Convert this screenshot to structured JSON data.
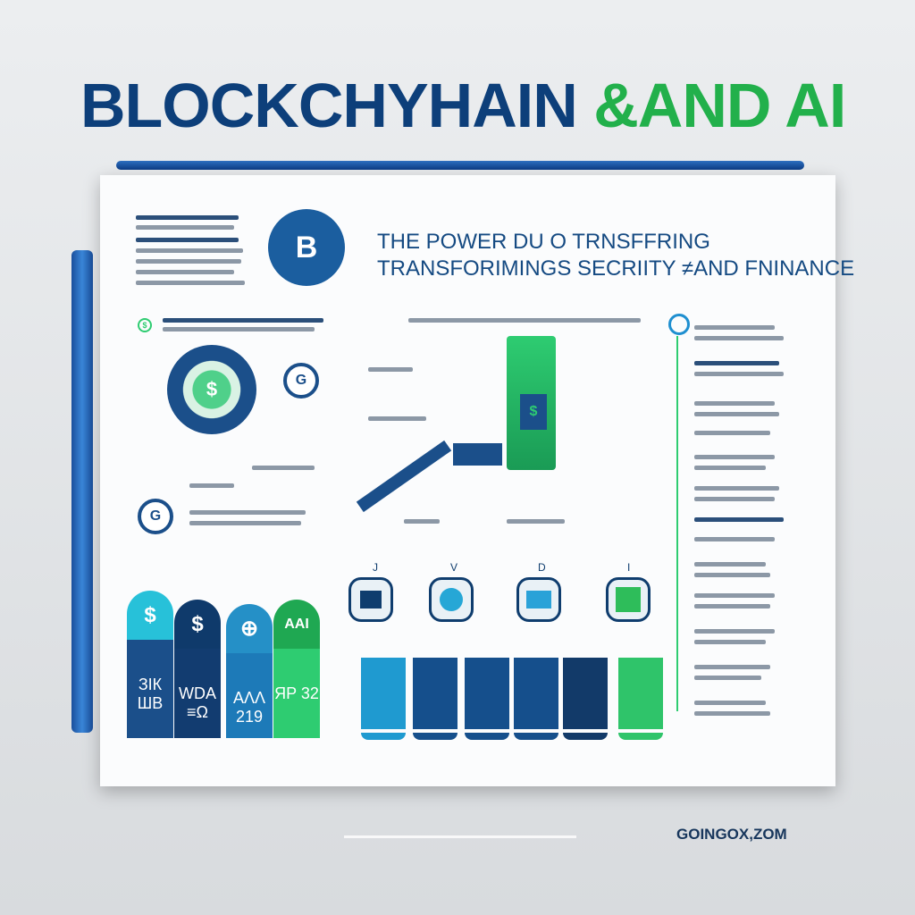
{
  "title": {
    "main": "BLOCKCHYHAIN ",
    "accent": "&AND AI"
  },
  "headline": {
    "line1": "THE POWER DU  O TRNSFFRING",
    "line2": "TRANSFORIMINGS SECRIITY ≠AND FNINANCE"
  },
  "coin_symbol": "B",
  "bars": [
    {
      "icon": "$",
      "label": "ЗІК ШВ",
      "color": "#1b4f8a",
      "cap": "#27c1d9"
    },
    {
      "icon": "$",
      "label": "WDA ≡Ω",
      "color": "#123c70",
      "cap": "#0f3a6b"
    },
    {
      "icon": "⊕",
      "label": "ΑΛΛ 219",
      "color": "#1d7ab8",
      "cap": "#2590c7"
    },
    {
      "icon": "AAI",
      "label": "ЯP 32",
      "color": "#2ecc71",
      "cap": "#1fa852"
    }
  ],
  "icon_labels": [
    "J",
    "V",
    "D",
    "I"
  ],
  "cards": [
    {
      "color": "#1f9ad0"
    },
    {
      "color": "#154f8c"
    },
    {
      "color": "#154f8c"
    },
    {
      "color": "#154f8c"
    },
    {
      "color": "#123a69"
    },
    {
      "color": "#2fc46a"
    }
  ],
  "footer": {
    "brand": "GOINGOX,ZOM"
  },
  "colors": {
    "navy": "#0d3f7a",
    "green": "#22b04b",
    "blue": "#1f6fb8"
  }
}
